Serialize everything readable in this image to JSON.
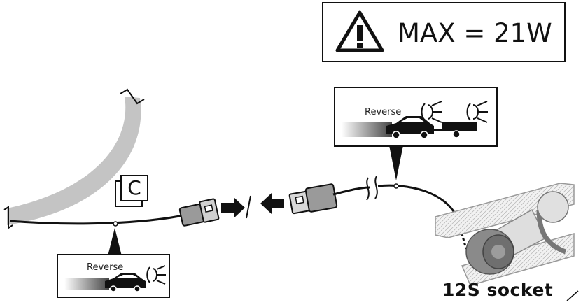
{
  "warning": {
    "icon": "warning-triangle-icon",
    "text": "MAX = 21W"
  },
  "callouts": {
    "top": {
      "label": "Reverse",
      "icons": [
        "car-icon",
        "trailer-icon",
        "lamp-icon",
        "lamp-icon"
      ]
    },
    "bottom": {
      "label": "Reverse",
      "icons": [
        "car-icon",
        "lamp-icon"
      ]
    }
  },
  "marker": {
    "letter": "C"
  },
  "socket": {
    "label": "12S socket"
  },
  "connector": {
    "icons": [
      "male-plug-icon",
      "female-plug-icon",
      "arrow-right-icon",
      "arrow-left-icon"
    ]
  },
  "colors": {
    "line": "#111111",
    "panel_gray": "#bdbdbd",
    "socket_gray": "#8a8a8a"
  }
}
